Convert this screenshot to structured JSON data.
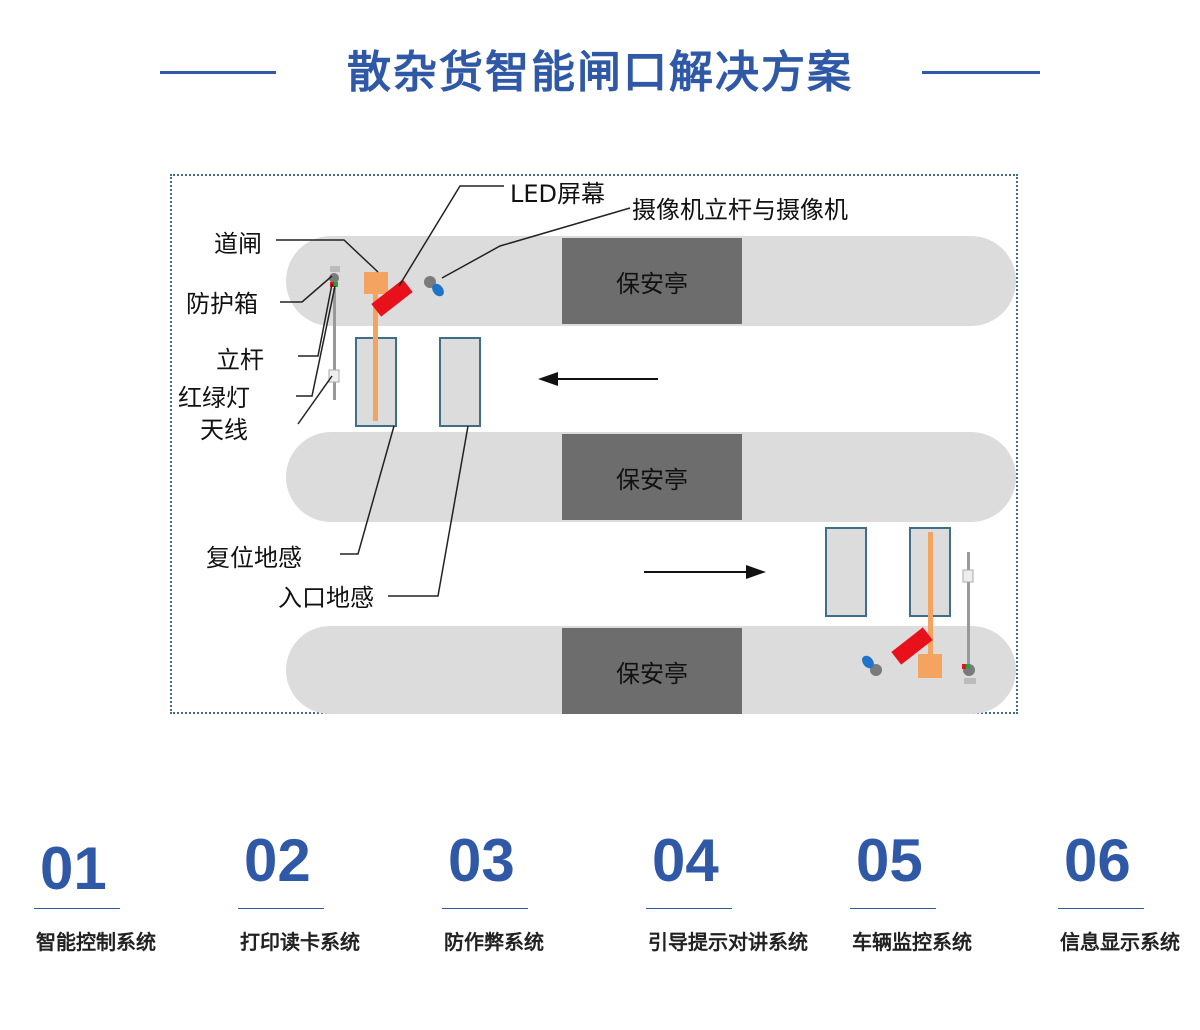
{
  "title": "散杂货智能闸口解决方案",
  "diagram": {
    "booth_label": "保安亭",
    "callouts": {
      "led_screen": "LED屏幕",
      "camera_pole": "摄像机立杆与摄像机",
      "barrier": "道闸",
      "protective_box": "防护箱",
      "pole": "立杆",
      "traffic_light": "红绿灯",
      "antenna": "天线",
      "reset_loop": "复位地感",
      "entry_loop": "入口地感"
    },
    "colors": {
      "booth": "#6d6d6d",
      "island": "#dcdcdc",
      "barrier_box": "#f4a460",
      "led_screen": "#e8101a",
      "camera": "#1f74c8",
      "loop_border": "#3e6f86",
      "accent": "#2f58a6"
    }
  },
  "features": [
    {
      "num": "01",
      "label": "智能控制系统"
    },
    {
      "num": "02",
      "label": "打印读卡系统"
    },
    {
      "num": "03",
      "label": "防作弊系统"
    },
    {
      "num": "04",
      "label": "引导提示对讲系统"
    },
    {
      "num": "05",
      "label": "车辆监控系统"
    },
    {
      "num": "06",
      "label": "信息显示系统"
    }
  ]
}
